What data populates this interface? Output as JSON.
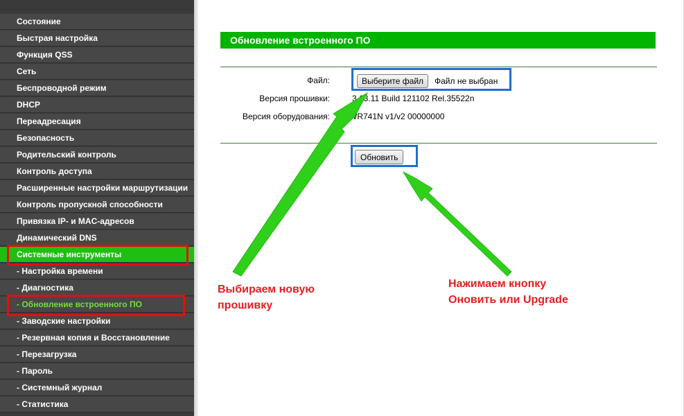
{
  "sidebar": {
    "items": [
      {
        "label": "Состояние"
      },
      {
        "label": "Быстрая настройка"
      },
      {
        "label": "Функция QSS"
      },
      {
        "label": "Сеть"
      },
      {
        "label": "Беспроводной режим"
      },
      {
        "label": "DHCP"
      },
      {
        "label": "Переадресация"
      },
      {
        "label": "Безопасность"
      },
      {
        "label": "Родительский контроль"
      },
      {
        "label": "Контроль доступа"
      },
      {
        "label": "Расширенные настройки маршрутизации"
      },
      {
        "label": "Контроль пропускной способности"
      },
      {
        "label": "Привязка IP- и MAC-адресов"
      },
      {
        "label": "Динамический DNS"
      },
      {
        "label": "Системные инструменты"
      },
      {
        "label": "- Настройка времени"
      },
      {
        "label": "- Диагностика"
      },
      {
        "label": "- Обновление встроенного ПО"
      },
      {
        "label": "- Заводские настройки"
      },
      {
        "label": "- Резервная копия и Восстановление"
      },
      {
        "label": "- Перезагрузка"
      },
      {
        "label": "- Пароль"
      },
      {
        "label": "- Системный журнал"
      },
      {
        "label": "- Статистика"
      }
    ]
  },
  "main": {
    "title": "Обновление встроенного ПО",
    "file_label": "Файл:",
    "choose_file_button": "Выберите файл",
    "no_file_text": "Файл не выбран",
    "firmware_label": "Версия прошивки:",
    "firmware_value": "3.13.11 Build 121102 Rel.35522n",
    "hardware_label": "Версия оборудования:",
    "hardware_value": "WR741N v1/v2 00000000",
    "update_button": "Обновить"
  },
  "annotations": {
    "left_line1": "Выбираем новую",
    "left_line2": "прошивку",
    "right_line1": "Нажимаем кнопку",
    "right_line2": "Оновить или Upgrade"
  },
  "colors": {
    "accent_green": "#00b400",
    "annotation_red": "#e31e1e",
    "highlight_blue": "#1f6fd2",
    "arrow_green": "#2fd01a"
  }
}
